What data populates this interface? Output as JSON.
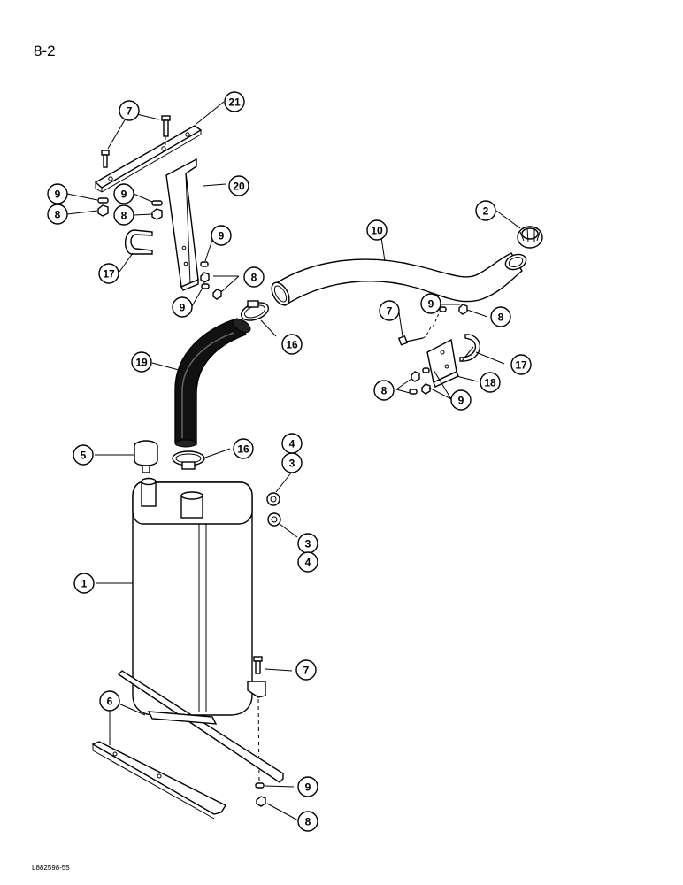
{
  "page_label": "8-2",
  "figure_code": "L882598-55",
  "callouts": [
    {
      "id": "c21",
      "label": "21"
    },
    {
      "id": "c7a",
      "label": "7"
    },
    {
      "id": "c20",
      "label": "20"
    },
    {
      "id": "c9a",
      "label": "9"
    },
    {
      "id": "c9b",
      "label": "9"
    },
    {
      "id": "c8a",
      "label": "8"
    },
    {
      "id": "c8b",
      "label": "8"
    },
    {
      "id": "c9c",
      "label": "9"
    },
    {
      "id": "c17a",
      "label": "17"
    },
    {
      "id": "c8c",
      "label": "8"
    },
    {
      "id": "c9d",
      "label": "9"
    },
    {
      "id": "c2",
      "label": "2"
    },
    {
      "id": "c10",
      "label": "10"
    },
    {
      "id": "c7b",
      "label": "7"
    },
    {
      "id": "c9e",
      "label": "9"
    },
    {
      "id": "c8d",
      "label": "8"
    },
    {
      "id": "c16a",
      "label": "16"
    },
    {
      "id": "c19",
      "label": "19"
    },
    {
      "id": "c17b",
      "label": "17"
    },
    {
      "id": "c18",
      "label": "18"
    },
    {
      "id": "c8e",
      "label": "8"
    },
    {
      "id": "c9f",
      "label": "9"
    },
    {
      "id": "c5",
      "label": "5"
    },
    {
      "id": "c16b",
      "label": "16"
    },
    {
      "id": "c4a",
      "label": "4"
    },
    {
      "id": "c3a",
      "label": "3"
    },
    {
      "id": "c3b",
      "label": "3"
    },
    {
      "id": "c4b",
      "label": "4"
    },
    {
      "id": "c1",
      "label": "1"
    },
    {
      "id": "c7c",
      "label": "7"
    },
    {
      "id": "c6",
      "label": "6"
    },
    {
      "id": "c9g",
      "label": "9"
    },
    {
      "id": "c8f",
      "label": "8"
    }
  ]
}
